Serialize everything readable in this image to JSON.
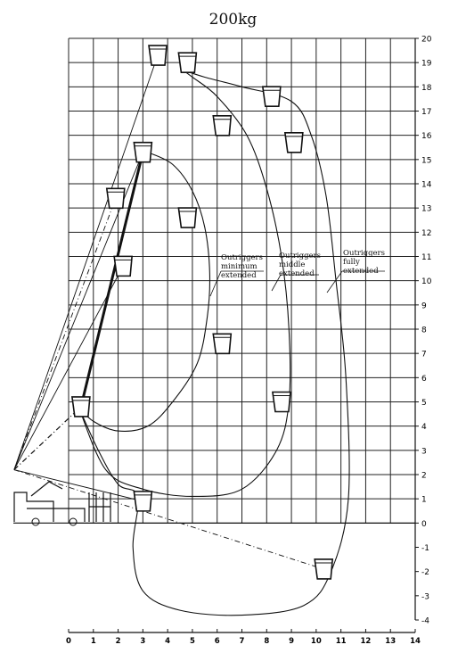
{
  "title": "200kg",
  "axes": {
    "x_ticks": [
      "0",
      "1",
      "2",
      "3",
      "4",
      "5",
      "6",
      "7",
      "8",
      "9",
      "10",
      "11",
      "12",
      "13",
      "14"
    ],
    "y_ticks": [
      "20",
      "19",
      "18",
      "17",
      "16",
      "15",
      "14",
      "13",
      "12",
      "11",
      "10",
      "9",
      "8",
      "7",
      "6",
      "5",
      "4",
      "3",
      "2",
      "1",
      "0",
      "-1",
      "-2",
      "-3",
      "-4"
    ],
    "x_range": [
      0,
      14
    ],
    "y_range": [
      -4,
      20
    ],
    "grid": true
  },
  "annotations": [
    {
      "id": "min",
      "text": "Outriggers\nminimum\nextended"
    },
    {
      "id": "mid",
      "text": "Outriggers\nmiddle\nextended"
    },
    {
      "id": "full",
      "text": "Outriggers\nfully\nextended"
    }
  ],
  "envelopes": {
    "minimum": [
      [
        0.4,
        4.8
      ],
      [
        1,
        4.2
      ],
      [
        2,
        3.8
      ],
      [
        3.2,
        4.0
      ],
      [
        4.2,
        5.0
      ],
      [
        5.2,
        6.6
      ],
      [
        5.6,
        8.5
      ],
      [
        5.7,
        10.3
      ],
      [
        5.5,
        12.2
      ],
      [
        5.0,
        13.7
      ],
      [
        4.2,
        14.8
      ],
      [
        3.2,
        15.3
      ]
    ],
    "middle": [
      [
        0.4,
        4.8
      ],
      [
        1.5,
        2.2
      ],
      [
        3.0,
        1.4
      ],
      [
        5.0,
        1.1
      ],
      [
        7.0,
        1.4
      ],
      [
        8.4,
        3.0
      ],
      [
        8.9,
        5.0
      ],
      [
        8.9,
        8.0
      ],
      [
        8.6,
        11.0
      ],
      [
        8.0,
        13.8
      ],
      [
        7.2,
        16.0
      ],
      [
        6.0,
        17.6
      ],
      [
        5.0,
        18.4
      ],
      [
        4.6,
        18.7
      ]
    ],
    "full": [
      [
        0.4,
        4.8
      ],
      [
        1.2,
        3.0
      ],
      [
        2.0,
        1.6
      ],
      [
        2.8,
        1.1
      ],
      [
        2.6,
        -1.0
      ],
      [
        3.0,
        -2.8
      ],
      [
        4.5,
        -3.6
      ],
      [
        7.0,
        -3.8
      ],
      [
        9.5,
        -3.4
      ],
      [
        10.6,
        -2.0
      ],
      [
        11.3,
        1.0
      ],
      [
        11.2,
        6.0
      ],
      [
        10.8,
        10.0
      ],
      [
        10.4,
        13.5
      ],
      [
        9.8,
        16.0
      ],
      [
        9.0,
        17.4
      ],
      [
        7.0,
        18.0
      ],
      [
        5.5,
        18.4
      ],
      [
        4.6,
        18.7
      ]
    ]
  },
  "baskets": [
    [
      3.6,
      19.3
    ],
    [
      4.8,
      19.0
    ],
    [
      8.2,
      17.6
    ],
    [
      6.2,
      16.4
    ],
    [
      9.1,
      15.7
    ],
    [
      3.0,
      15.3
    ],
    [
      1.9,
      13.4
    ],
    [
      4.8,
      12.6
    ],
    [
      2.2,
      10.6
    ],
    [
      6.2,
      7.4
    ],
    [
      8.6,
      5.0
    ],
    [
      0.5,
      4.8
    ],
    [
      3.0,
      0.9
    ],
    [
      10.3,
      -1.9
    ]
  ]
}
